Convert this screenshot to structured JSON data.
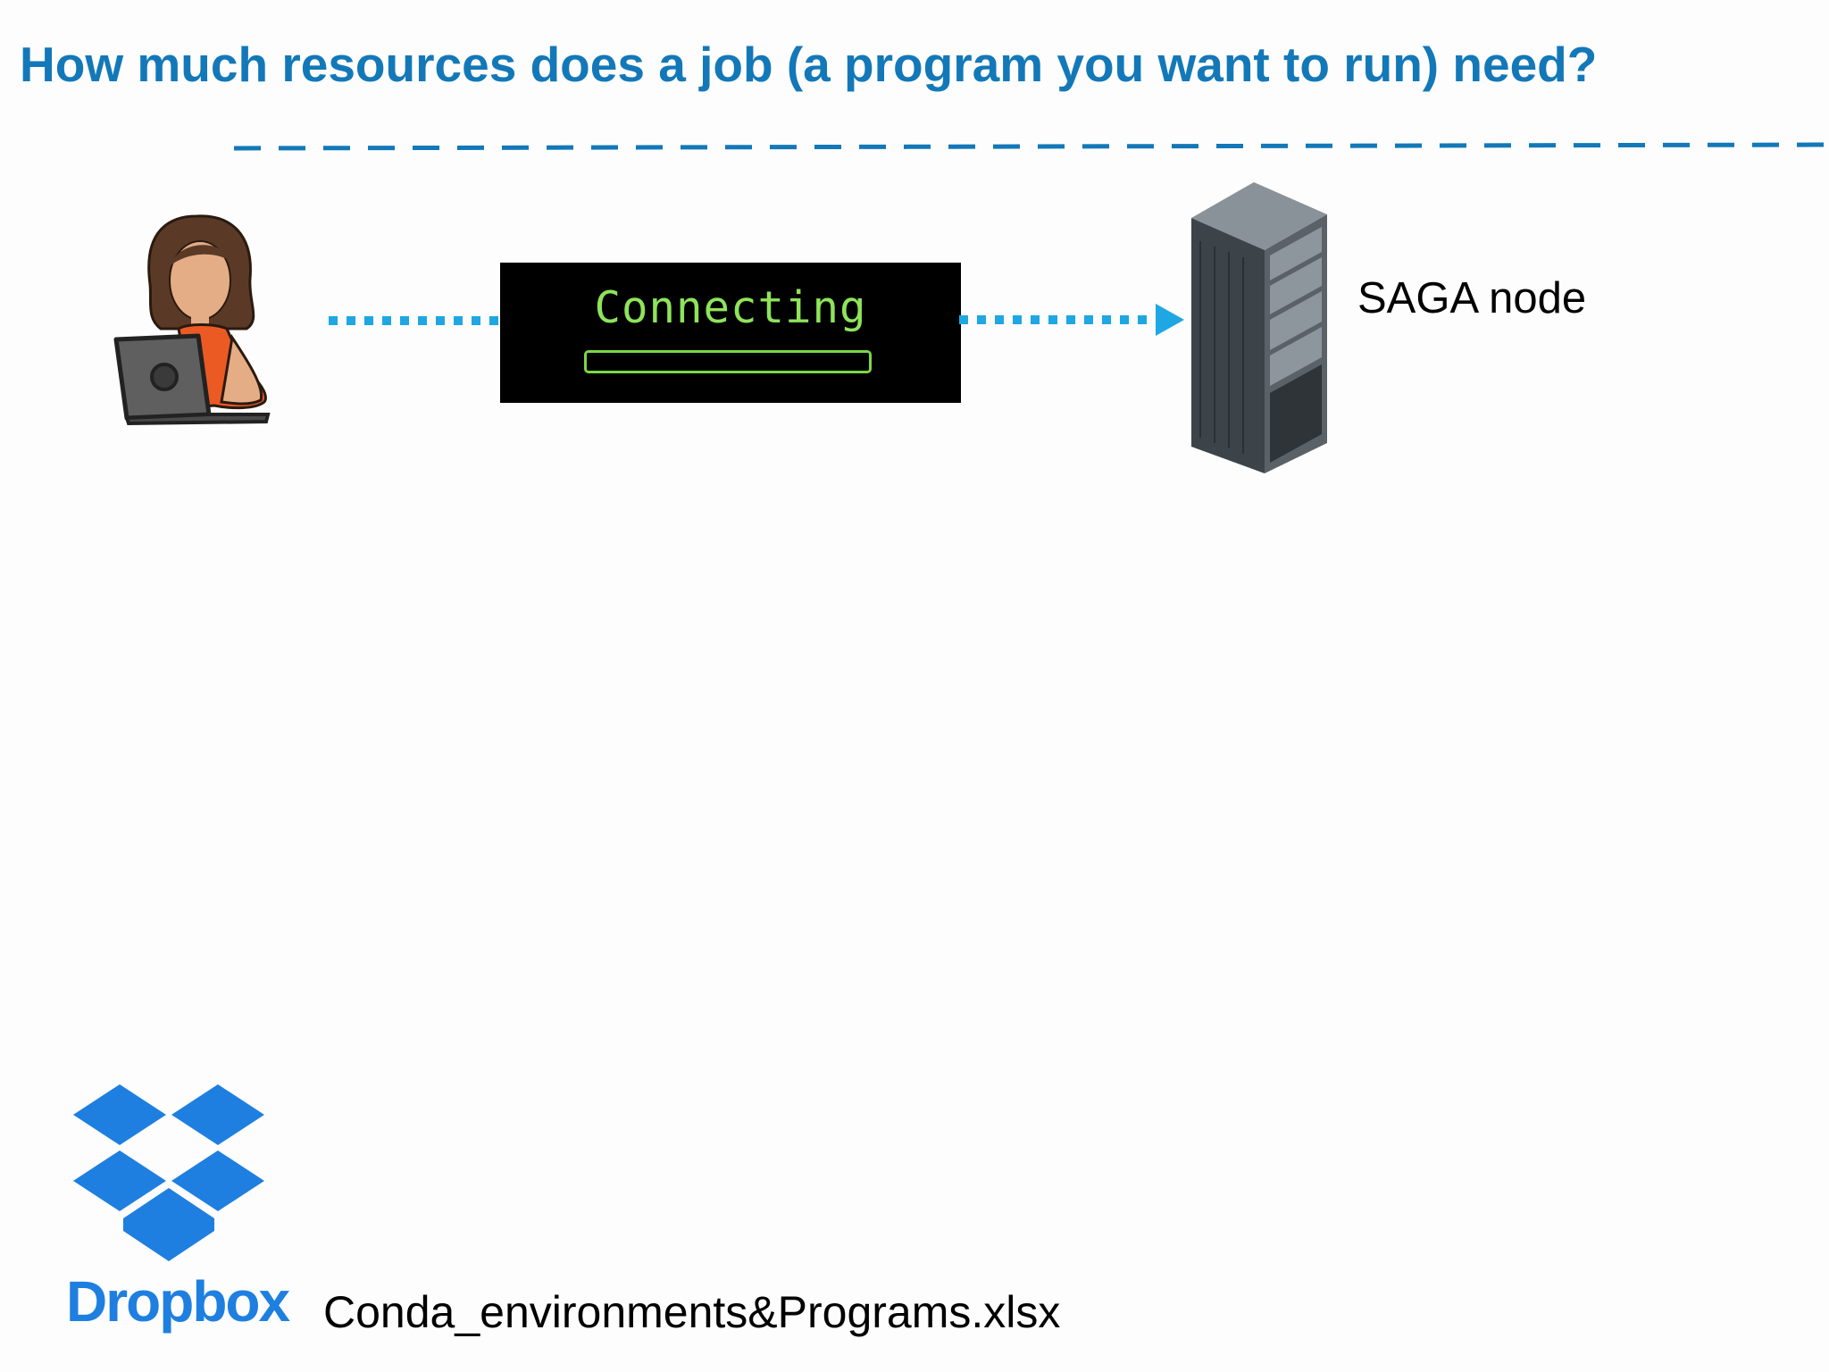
{
  "title": "How much resources does a job (a program you want to run) need?",
  "colors": {
    "title": "#1378b8",
    "dashed_line": "#1378b8",
    "connector": "#1ea7e2",
    "terminal_bg": "#000000",
    "terminal_text": "#8ee45a",
    "dropbox": "#1e7fe0"
  },
  "user": {
    "icon": "user-with-laptop-icon"
  },
  "terminal": {
    "status_text": "Connecting",
    "progress": 0
  },
  "server": {
    "icon": "server-rack-icon",
    "label": "SAGA node"
  },
  "dropbox": {
    "icon": "dropbox-logo-icon",
    "wordmark": "Dropbox"
  },
  "file": {
    "name": "Conda_environments&Programs.xlsx"
  }
}
